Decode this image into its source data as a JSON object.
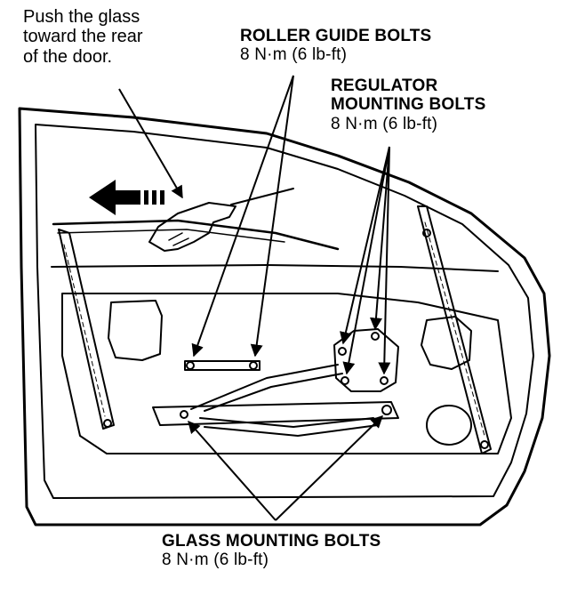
{
  "instruction": {
    "lines": [
      "Push the glass",
      "toward the rear",
      "of the door."
    ]
  },
  "callouts": {
    "roller_guide": {
      "title": "ROLLER GUIDE BOLTS",
      "spec": "8 N·m (6 lb-ft)"
    },
    "regulator": {
      "title_lines": [
        "REGULATOR",
        "MOUNTING BOLTS"
      ],
      "spec": "8 N·m (6 lb-ft)"
    },
    "glass_mounting": {
      "title": "GLASS MOUNTING BOLTS",
      "spec": "8 N·m (6 lb-ft)"
    }
  },
  "colors": {
    "ink": "#000000",
    "paper": "#ffffff"
  }
}
